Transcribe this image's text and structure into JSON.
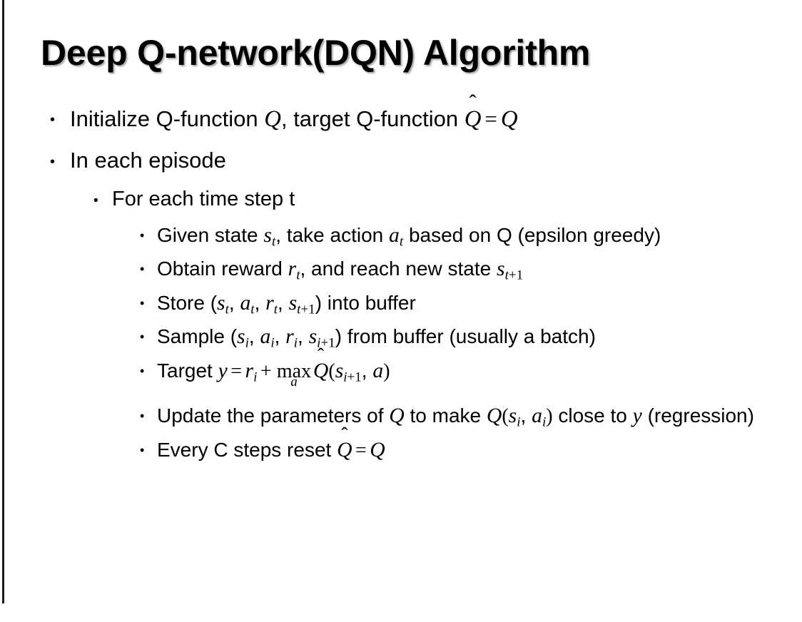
{
  "slide": {
    "title": "Deep Q-network(DQN) Algorithm",
    "background_color": "#ffffff",
    "text_color": "#000000",
    "left_rule_color": "#1b1b1b",
    "bullet_glyph": "•"
  },
  "content": {
    "l1_initialize": {
      "pre": "Initialize Q-function ",
      "var_q": "Q",
      "mid": ", target Q-function ",
      "qhat_base": "Q",
      "qhat_accent": "̂",
      "equals": "=",
      "var_q2": "Q"
    },
    "l1_in_each_episode": "In each episode",
    "l2_for_each_time_step": "For each time step t",
    "l3_given_state": {
      "pre": "Given state ",
      "s": "s",
      "s_sub": "t",
      "mid": ", take action ",
      "a": "a",
      "a_sub": "t",
      "post": " based on Q (epsilon greedy)"
    },
    "l3_obtain_reward": {
      "pre": "Obtain reward ",
      "r": "r",
      "r_sub": "t",
      "mid": ", and reach new state ",
      "s": "s",
      "s_sub_var": "t",
      "s_sub_plus": "+1"
    },
    "l3_store": {
      "pre": "Store (",
      "s1": "s",
      "s1_sub": "t",
      "c1": ", ",
      "a1": "a",
      "a1_sub": "t",
      "c2": ", ",
      "r1": "r",
      "r1_sub": "t",
      "c3": ", ",
      "s2": "s",
      "s2_sub_var": "t",
      "s2_sub_plus": "+1",
      "post": ") into buffer"
    },
    "l3_sample": {
      "pre": "Sample (",
      "s1": "s",
      "s1_sub": "i",
      "c1": ", ",
      "a1": "a",
      "a1_sub": "i",
      "c2": ", ",
      "r1": "r",
      "r1_sub": "i",
      "c3": ", ",
      "s2": "s",
      "s2_sub_var": "i",
      "s2_sub_plus": "+1",
      "post": ") from buffer (usually a batch)"
    },
    "l3_target": {
      "pre": "Target ",
      "y": "y",
      "equals": "=",
      "r": "r",
      "r_sub": "i",
      "plus": "+",
      "max_name": "max",
      "max_limit": "a",
      "qhat_base": "Q",
      "qhat_accent": "̂",
      "open": "(",
      "s": "s",
      "s_sub_var": "i",
      "s_sub_plus": "+1",
      "comma": ", ",
      "a": "a",
      "close": ")"
    },
    "l3_update": {
      "pre": "Update the parameters of ",
      "q1": "Q",
      "mid": " to make ",
      "q2": "Q",
      "open": "(",
      "s": "s",
      "s_sub": "i",
      "comma": ", ",
      "a": "a",
      "a_sub": "i",
      "close": ")",
      "post": " close to ",
      "y": "y",
      "tail": " (regression)"
    },
    "l3_every_c": {
      "pre": "Every C steps reset ",
      "qhat_base": "Q",
      "qhat_accent": "̂",
      "equals": "=",
      "q": "Q"
    }
  }
}
